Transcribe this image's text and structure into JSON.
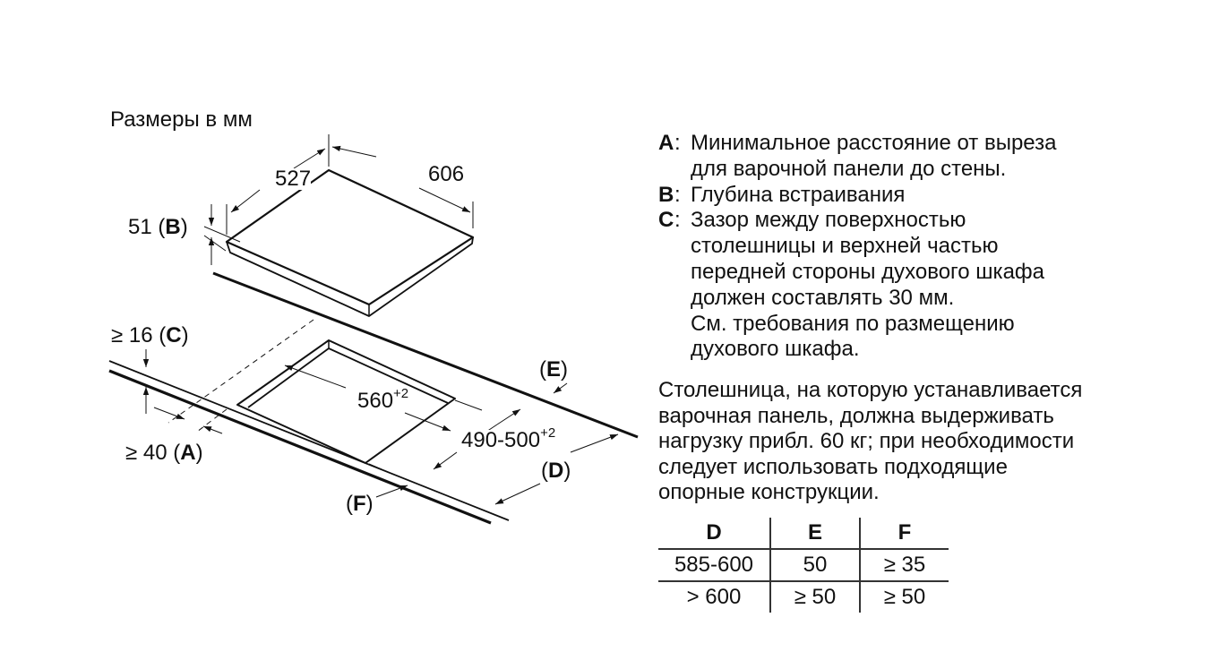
{
  "diagram": {
    "units_title": "Размеры в мм",
    "dims": {
      "depth": "527",
      "width": "606",
      "height": "51",
      "height_ref": "B",
      "gap_c": "≥ 16",
      "gap_c_ref": "C",
      "gap_a": "≥ 40",
      "gap_a_ref": "A",
      "cutout_w": "560",
      "cutout_w_tol": "+2",
      "cutout_d": "490-500",
      "cutout_d_tol": "+2",
      "e_ref": "E",
      "d_ref": "D",
      "f_ref": "F"
    }
  },
  "legend": [
    {
      "key": "A",
      "lines": [
        "Минимальное расстояние от выреза",
        "для варочной панели до стены."
      ]
    },
    {
      "key": "B",
      "lines": [
        "Глубина встраивания"
      ]
    },
    {
      "key": "C",
      "lines": [
        "Зазор между поверхностью",
        "столешницы и верхней частью",
        "передней стороны духового шкафа",
        "должен составлять 30 мм.",
        "См. требования по размещению",
        "духового шкафа."
      ]
    }
  ],
  "note": [
    "Столешница, на которую устанавливается",
    "варочная панель, должна выдерживать",
    "нагрузку прибл. 60 кг; при необходимости",
    "следует использовать подходящие",
    "опорные конструкции."
  ],
  "table": {
    "headers": [
      "D",
      "E",
      "F"
    ],
    "rows": [
      [
        "585-600",
        "50",
        "≥ 35"
      ],
      [
        "> 600",
        "≥ 50",
        "≥ 50"
      ]
    ]
  }
}
